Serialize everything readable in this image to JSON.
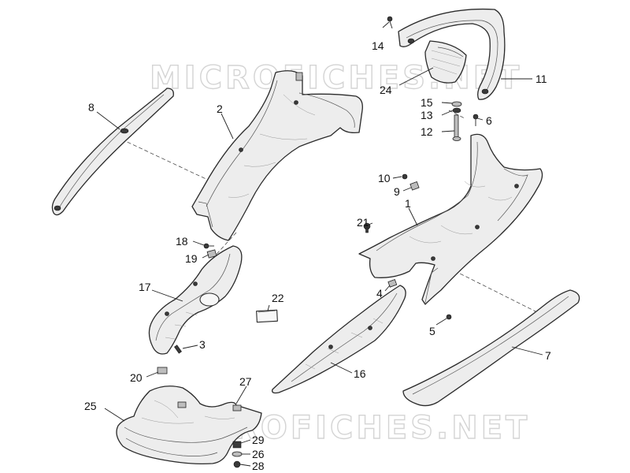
{
  "watermark": {
    "text": "MICROFICHES.NET"
  },
  "callouts": {
    "c1": "1",
    "c2": "2",
    "c3": "3",
    "c4": "4",
    "c5": "5",
    "c6": "6",
    "c7": "7",
    "c8": "8",
    "c9": "9",
    "c10": "10",
    "c11": "11",
    "c12": "12",
    "c13": "13",
    "c14": "14",
    "c15": "15",
    "c16": "16",
    "c17": "17",
    "c18": "18",
    "c19": "19",
    "c20": "20",
    "c21": "21",
    "c22": "22",
    "c24": "24",
    "c25": "25",
    "c26": "26",
    "c27": "27",
    "c28": "28",
    "c29": "29"
  }
}
